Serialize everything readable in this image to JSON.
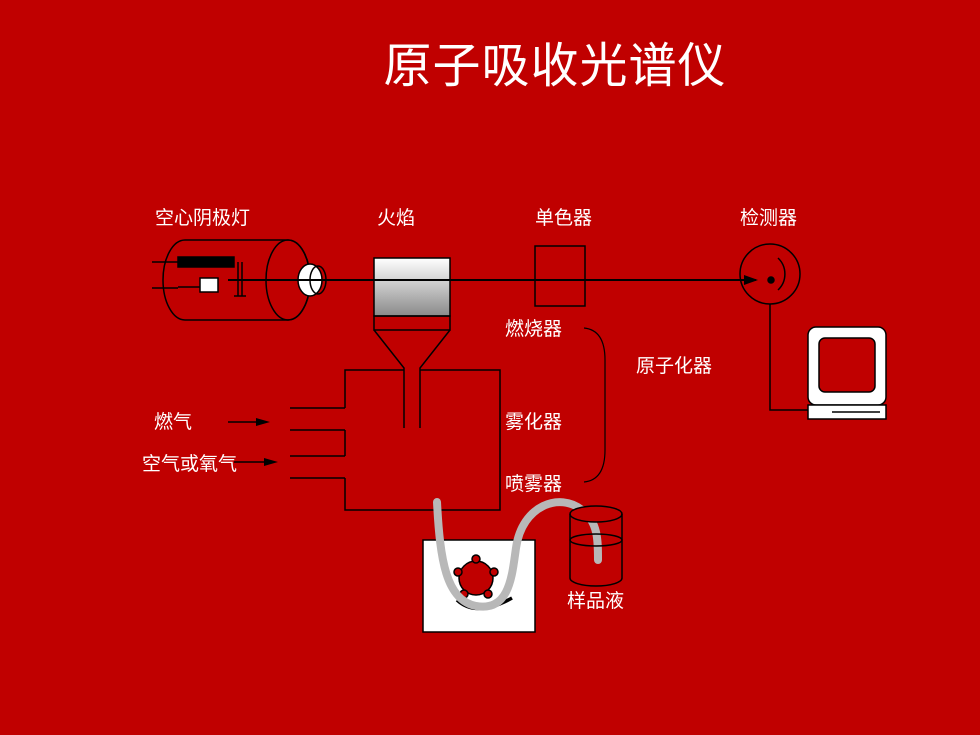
{
  "title": "原子吸收光谱仪",
  "labels": {
    "hollow_cathode_lamp": "空心阴极灯",
    "flame": "火焰",
    "monochromator": "单色器",
    "detector": "检测器",
    "burner": "燃烧器",
    "atomizer": "原子化器",
    "fuel_gas": "燃气",
    "nebulizer_chamber": "雾化器",
    "air_or_oxygen": "空气或氧气",
    "sprayer": "喷雾器",
    "sample_solution": "样品液"
  },
  "colors": {
    "background": "#c00000",
    "line": "#000000",
    "text": "#ffffff"
  }
}
